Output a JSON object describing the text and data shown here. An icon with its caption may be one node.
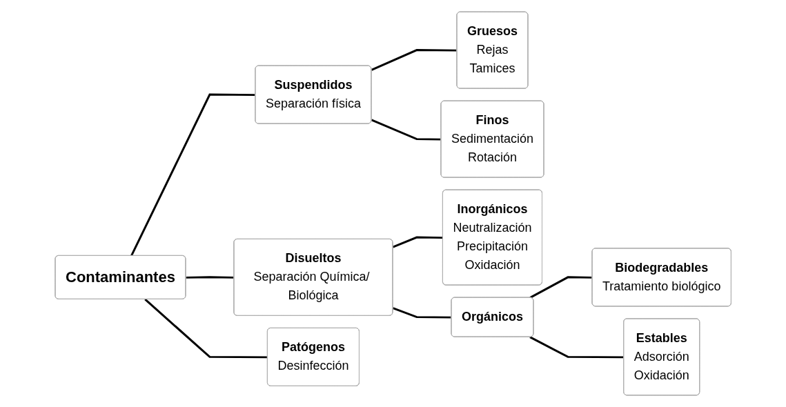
{
  "diagram": {
    "nodes": [
      {
        "text": [
          "Contaminantes"
        ]
      },
      {
        "text": [
          "Suspendidos",
          "Separación física"
        ]
      },
      {
        "text": [
          "Gruesos",
          "Rejas",
          "Tamices"
        ]
      },
      {
        "text": [
          "Finos",
          "Sedimentación",
          "Rotación"
        ]
      },
      {
        "text": [
          "Disueltos",
          "Separación Química/ Biológica"
        ]
      },
      {
        "text": [
          "Patógenos",
          "Desinfección"
        ]
      },
      {
        "text": [
          "Inorgánicos",
          "Neutralización",
          "Precipitación",
          "Oxidación"
        ]
      },
      {
        "text": [
          "Orgánicos"
        ]
      },
      {
        "text": [
          "Biodegradables",
          "Tratamiento biológico"
        ]
      },
      {
        "text": [
          "Estables",
          "Adsorción",
          "Oxidación"
        ]
      }
    ],
    "edges": [
      {
        "from": 0,
        "to": 1,
        "arrow": "none"
      },
      {
        "from": 0,
        "to": 4,
        "arrow": "none"
      },
      {
        "from": 0,
        "to": 5,
        "arrow": "none"
      },
      {
        "from": 1,
        "to": 2,
        "arrow": "none"
      },
      {
        "from": 1,
        "to": 3,
        "arrow": "none"
      },
      {
        "from": 4,
        "to": 6,
        "arrow": "none"
      },
      {
        "from": 4,
        "to": 7,
        "arrow": "none"
      },
      {
        "from": 7,
        "to": 8,
        "arrow": "none"
      },
      {
        "from": 7,
        "to": 9,
        "arrow": "none"
      }
    ]
  }
}
